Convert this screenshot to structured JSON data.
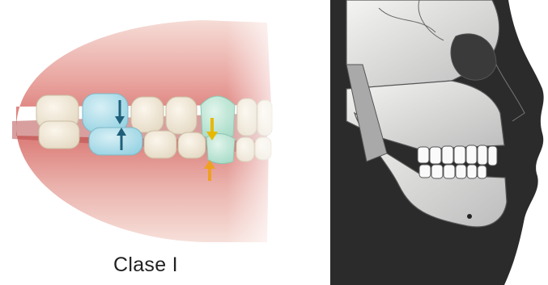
{
  "figure": {
    "left_panel": {
      "caption": "Clase I",
      "illustration": "dental-occlusion-illustration",
      "arrows": [
        {
          "name": "molar-down-arrow",
          "color": "#1f5f7a"
        },
        {
          "name": "molar-up-arrow",
          "color": "#1f5f7a"
        },
        {
          "name": "canine-down-arrow",
          "color": "#e8b800"
        },
        {
          "name": "canine-up-arrow",
          "color": "#f0a020"
        }
      ],
      "highlight_colors": {
        "molar": "#a8dce8",
        "canine": "#b6e3d2"
      }
    },
    "right_panel": {
      "illustration": "skull-lateral-profile-illustration"
    }
  }
}
